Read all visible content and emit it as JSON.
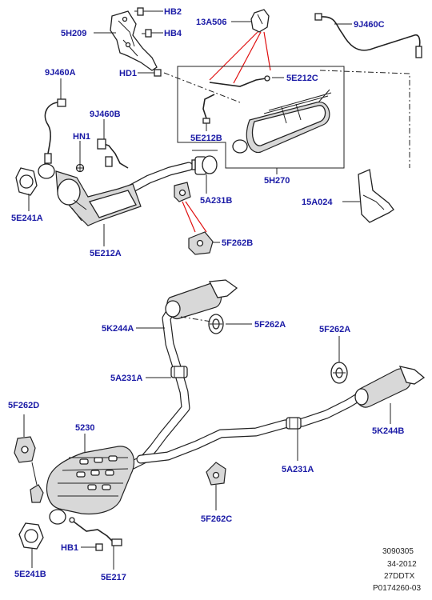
{
  "labels": {
    "hb2": "HB2",
    "hb4": "HB4",
    "h5h209": "5H209",
    "a13a506": "13A506",
    "j9j460c": "9J460C",
    "hd1": "HD1",
    "e5e212c": "5E212C",
    "j9j460a": "9J460A",
    "j9j460b": "9J460B",
    "hn1": "HN1",
    "e5e212b": "5E212B",
    "h5h270": "5H270",
    "e5e241a": "5E241A",
    "a5a231b": "5A231B",
    "a15a024": "15A024",
    "e5e212a": "5E212A",
    "f5f262b": "5F262B",
    "k5k244a": "5K244A",
    "f5f262a_1": "5F262A",
    "f5f262a_2": "5F262A",
    "a5a231a_1": "5A231A",
    "f5f262d": "5F262D",
    "n5230": "5230",
    "k5k244b": "5K244B",
    "a5a231a_2": "5A231A",
    "f5f262c": "5F262C",
    "hb1": "HB1",
    "e5e241b": "5E241B",
    "e5e217": "5E217"
  },
  "meta": {
    "line1": "3090305",
    "line2": "34-2012",
    "line3": "27DDTX",
    "line4": "P0174260-03"
  },
  "colors": {
    "label_blue": "#1a1aa6",
    "leader_red": "#e01010",
    "line_dark": "#222222"
  }
}
